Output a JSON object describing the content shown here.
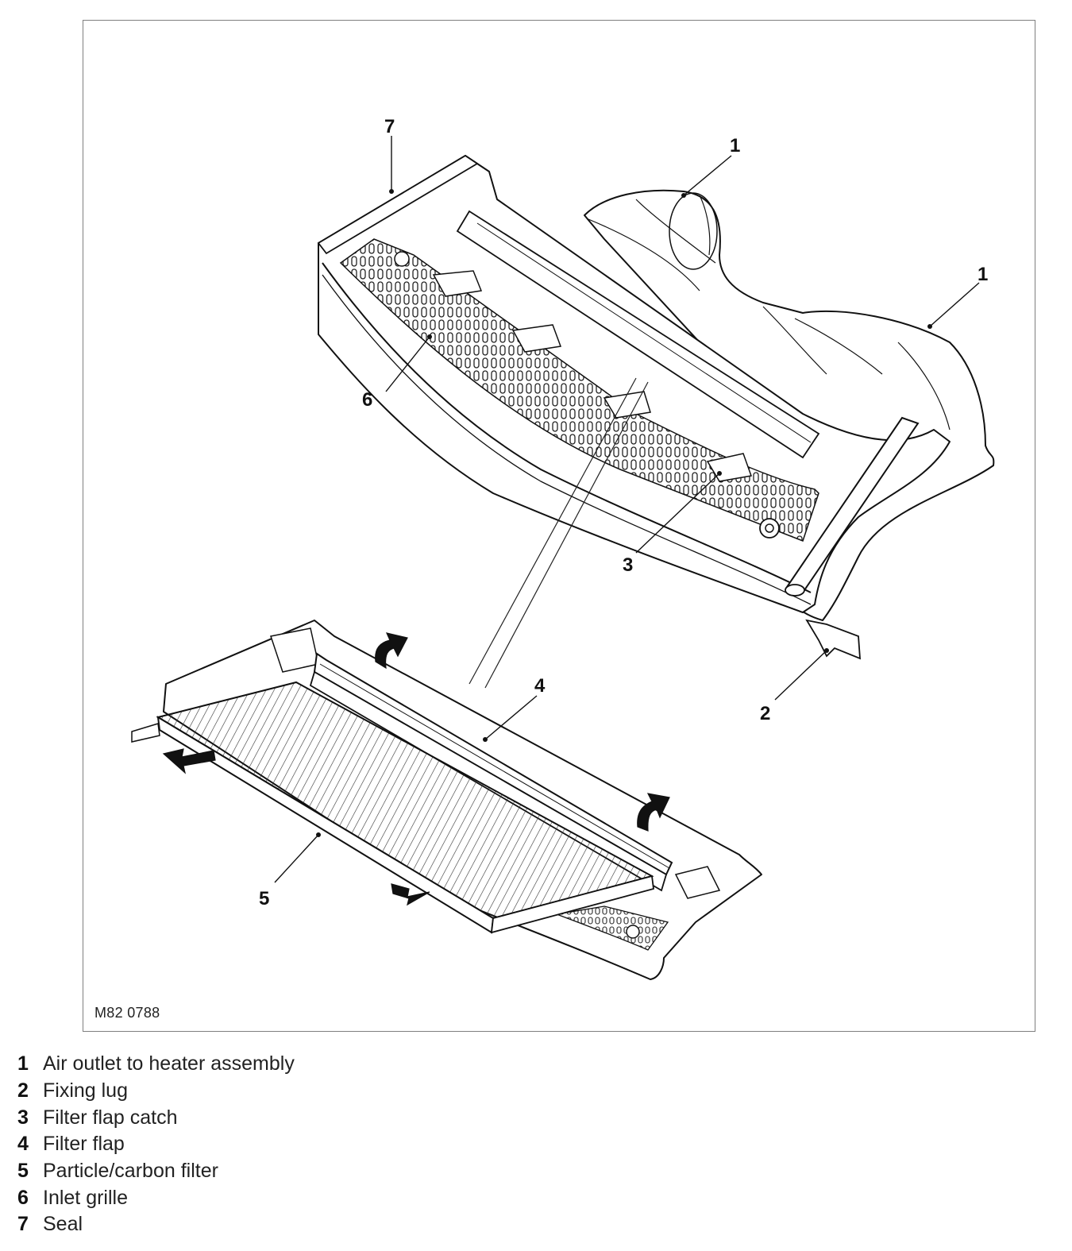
{
  "figure": {
    "code": "M82 0788",
    "callouts": [
      "1",
      "1",
      "2",
      "3",
      "4",
      "5",
      "6",
      "7"
    ]
  },
  "legend": [
    {
      "num": "1",
      "text": "Air outlet to heater assembly"
    },
    {
      "num": "2",
      "text": "Fixing lug"
    },
    {
      "num": "3",
      "text": "Filter flap catch"
    },
    {
      "num": "4",
      "text": "Filter flap"
    },
    {
      "num": "5",
      "text": "Particle/carbon filter"
    },
    {
      "num": "6",
      "text": "Inlet grille"
    },
    {
      "num": "7",
      "text": "Seal"
    }
  ]
}
